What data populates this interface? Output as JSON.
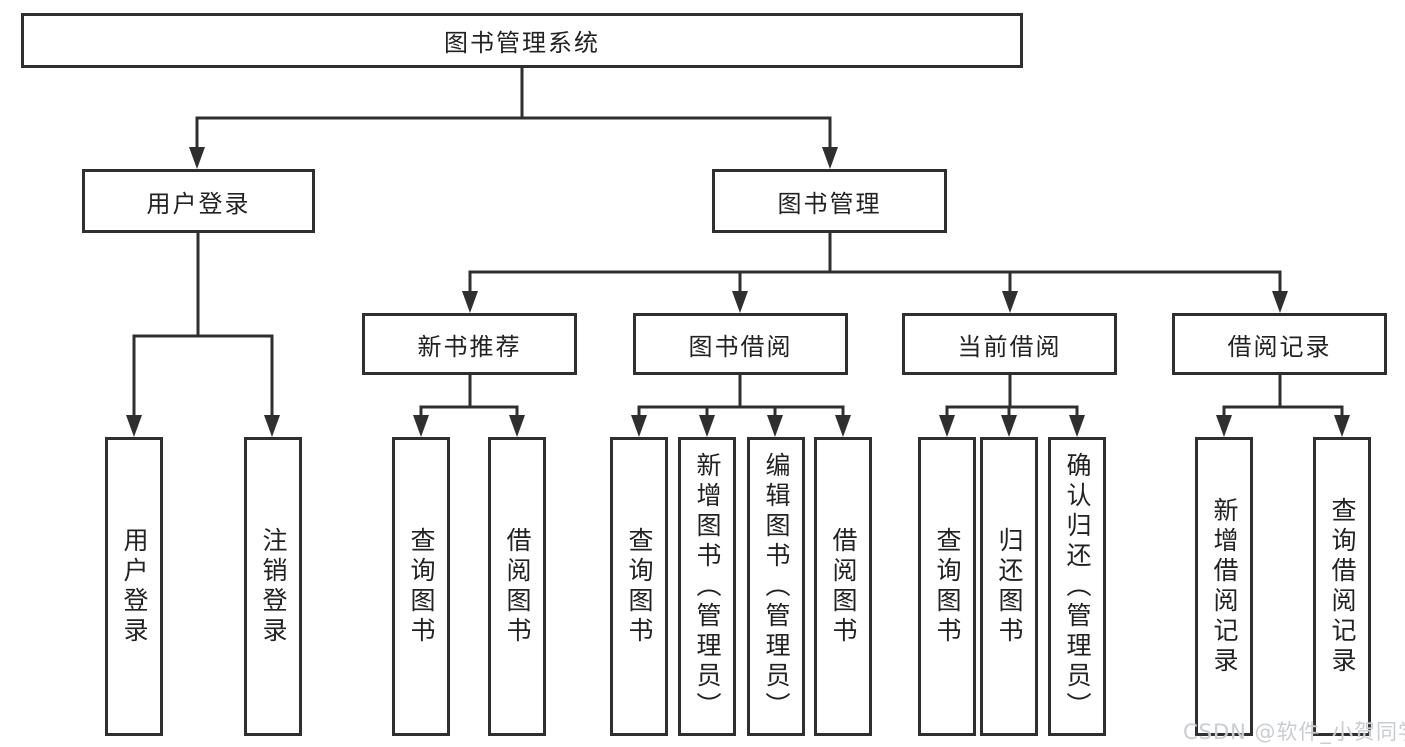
{
  "diagram": {
    "root": {
      "label": "图书管理系统"
    },
    "level2": [
      {
        "label": "用户登录"
      },
      {
        "label": "图书管理"
      }
    ],
    "level3": [
      {
        "label": "新书推荐"
      },
      {
        "label": "图书借阅"
      },
      {
        "label": "当前借阅"
      },
      {
        "label": "借阅记录"
      }
    ],
    "leaves": [
      {
        "label": "用户登录"
      },
      {
        "label": "注销登录"
      },
      {
        "label": "查询图书"
      },
      {
        "label": "借阅图书"
      },
      {
        "label": "查询图书"
      },
      {
        "label": "新增图书（管理员）"
      },
      {
        "label": "编辑图书（管理员）"
      },
      {
        "label": "借阅图书"
      },
      {
        "label": "查询图书"
      },
      {
        "label": "归还图书"
      },
      {
        "label": "确认归还（管理员）"
      },
      {
        "label": "新增借阅记录"
      },
      {
        "label": "查询借阅记录"
      }
    ]
  },
  "watermark": "CSDN @软件_小贺同学",
  "colors": {
    "line": "#2f2f2f",
    "text": "#222222",
    "background": "#ffffff",
    "watermark": "#c9cdd2"
  }
}
